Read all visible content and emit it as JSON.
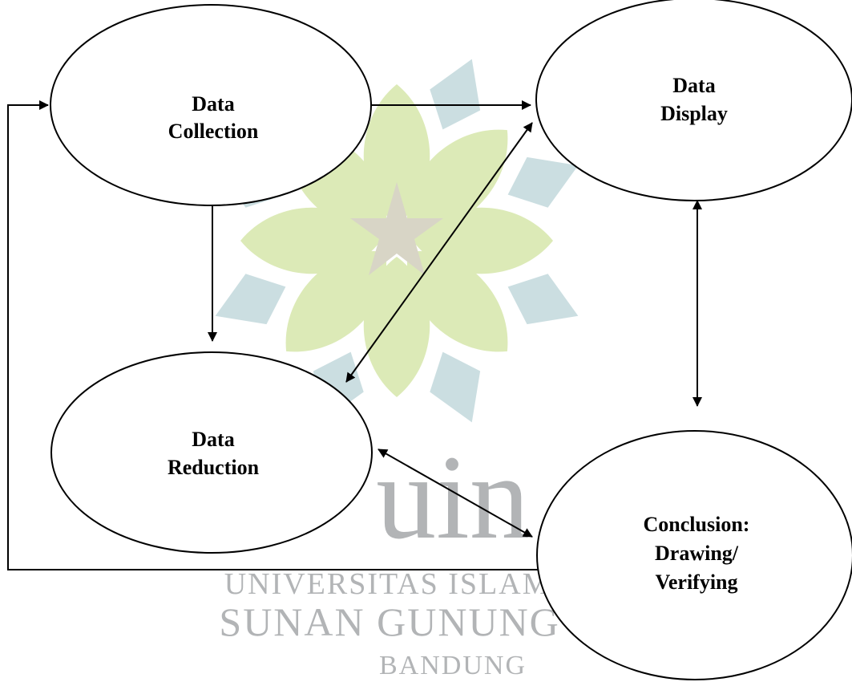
{
  "watermark": {
    "logo_letters": "uin",
    "line1": "UNIVERSITAS ISLAM NEGERI",
    "line2": "SUNAN GUNUNG DJATI",
    "line3": "BANDUNG",
    "colors": {
      "green": "#dbe9b4",
      "blue": "#c9dde0",
      "gray": "#aeb1b3",
      "star": "#d6d3c4"
    }
  },
  "nodes": {
    "collection": {
      "line1": "Data",
      "line2": "Collection"
    },
    "display": {
      "line1": "Data",
      "line2": "Display"
    },
    "reduction": {
      "line1": "Data",
      "line2": "Reduction"
    },
    "conclusion": {
      "line1": "Conclusion:",
      "line2": "Drawing/",
      "line3": "Verifying"
    }
  },
  "edges": [
    {
      "from": "Data Collection",
      "to": "Data Display",
      "direction": "one-way"
    },
    {
      "from": "Data Collection",
      "to": "Data Reduction",
      "direction": "one-way"
    },
    {
      "from": "Data Reduction",
      "to": "Data Display",
      "direction": "two-way"
    },
    {
      "from": "Data Display",
      "to": "Conclusion: Drawing/Verifying",
      "direction": "two-way"
    },
    {
      "from": "Data Reduction",
      "to": "Conclusion: Drawing/Verifying",
      "direction": "two-way"
    },
    {
      "from": "Conclusion: Drawing/Verifying",
      "to": "Data Collection",
      "direction": "one-way"
    }
  ]
}
